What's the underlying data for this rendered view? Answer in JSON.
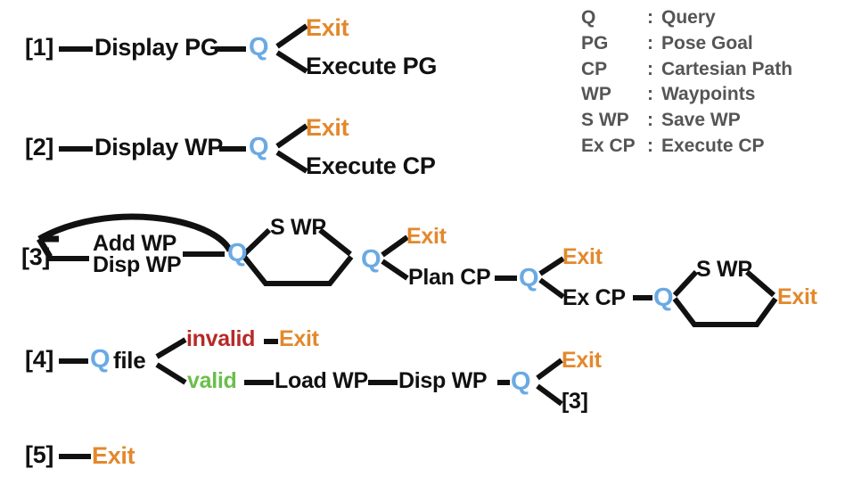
{
  "colors": {
    "query": "#6aaae4",
    "exit": "#e3882c",
    "invalid": "#b52a28",
    "valid": "#6abf4b",
    "text": "#111111",
    "legend": "#555555",
    "background": "#ffffff"
  },
  "legend": {
    "rows": [
      {
        "abbr": "Q",
        "sep": ":",
        "meaning": "Query"
      },
      {
        "abbr": "PG",
        "sep": ":",
        "meaning": "Pose Goal"
      },
      {
        "abbr": "CP",
        "sep": ":",
        "meaning": "Cartesian Path"
      },
      {
        "abbr": "WP",
        "sep": ":",
        "meaning": "Waypoints"
      },
      {
        "abbr": "S WP",
        "sep": ":",
        "meaning": "Save WP"
      },
      {
        "abbr": "Ex CP",
        "sep": ":",
        "meaning": "Execute CP"
      }
    ]
  },
  "rows": {
    "r1": {
      "index": "[1]",
      "step": "Display PG",
      "query": "Q",
      "branch_up": "Exit",
      "branch_down": "Execute PG"
    },
    "r2": {
      "index": "[2]",
      "step": "Display WP",
      "query": "Q",
      "branch_up": "Exit",
      "branch_down": "Execute CP"
    },
    "r3": {
      "index": "[3]",
      "step_line1": "Add WP",
      "step_line2": "Disp WP",
      "query1": "Q",
      "hex1_top": "S WP",
      "query2": "Q",
      "branch_up": "Exit",
      "branch_down": "Plan CP",
      "query3": "Q",
      "branch2_up": "Exit",
      "branch2_down": "Ex CP",
      "query4": "Q",
      "hex2_top": "S WP",
      "hex2_end": "Exit"
    },
    "r4": {
      "index": "[4]",
      "query1": "Q",
      "subject": "file",
      "branch_up": "invalid",
      "branch_up_next": "Exit",
      "branch_down": "valid",
      "step1": "Load WP",
      "step2": "Disp WP",
      "query2": "Q",
      "branch2_up": "Exit",
      "branch2_down": "[3]"
    },
    "r5": {
      "index": "[5]",
      "target": "Exit"
    }
  }
}
